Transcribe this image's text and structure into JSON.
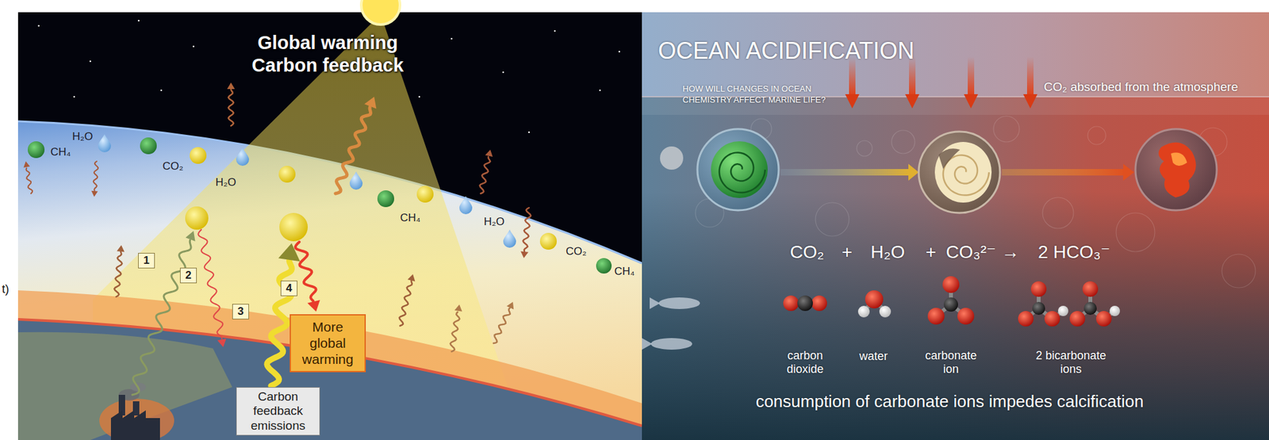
{
  "diagram": {
    "nodes": [
      {
        "text": [
          "1"
        ]
      },
      {
        "text": [
          "2"
        ]
      },
      {
        "text": [
          "3"
        ]
      },
      {
        "text": [
          "4"
        ]
      },
      {
        "text": [
          "More global warming"
        ]
      },
      {
        "text": [
          "Carbon feedback emissions"
        ]
      }
    ],
    "labels": [
      "t)",
      "Global warming Carbon feedback",
      "H₂O",
      "CH₄",
      "CO₂",
      "H₂O",
      "CH₄",
      "H₂O",
      "CO₂",
      "CH₄",
      "OCEAN ACIDIFICATION",
      "HOW WILL CHANGES IN OCEAN CHEMISTRY AFFECT MARINE LIFE?",
      "CO₂ absorbed from the atmosphere",
      "CO₂",
      "+",
      "H₂O",
      "+",
      "CO₃²⁻",
      "→",
      "2 HCO₃⁻",
      "carbon dioxide",
      "water",
      "carbonate ion",
      "2 bicarbonate ions",
      "consumption of carbonate ions impedes calcification"
    ]
  }
}
